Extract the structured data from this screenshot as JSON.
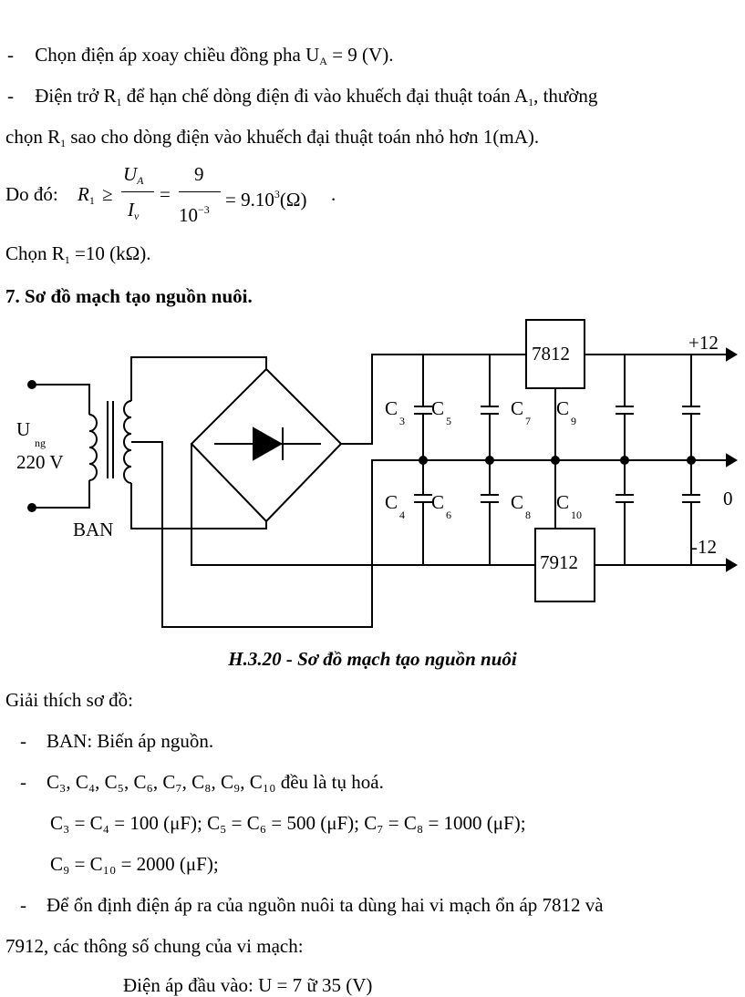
{
  "bullets": {
    "l1_dash": "-",
    "l1_pre": "Chọn điện áp xoay chiều đồng pha U",
    "l1_sub": "A",
    "l1_post": " = 9 (V).",
    "l2_dash": "-",
    "l2_pre": "Điện trở R",
    "l2_sub": "1",
    "l2_mid": " để hạn chế dòng điện đi vào khuếch đại thuật toán A",
    "l2_sub2": "1",
    "l2_post": ", thường",
    "l3_pre": "chọn R",
    "l3_sub": "1",
    "l3_post": " sao cho dòng điện vào khuếch đại thuật toán nhỏ hơn 1(mA)."
  },
  "formula": {
    "lead": "Do đó:",
    "lhs": "R",
    "lhs_sub": "1",
    "geq": "≥",
    "num1": "U",
    "num1_sub": "A",
    "den1": "I",
    "den1_sub": "v",
    "eq1": "=",
    "num2": "9",
    "den2": "10",
    "den2_exp": "−3",
    "result_pre": "= 9.10",
    "result_exp": "3",
    "result_post": "(Ω)",
    "dot": "."
  },
  "choose": {
    "pre": "Chọn R",
    "sub": "1",
    "post": " =10 (kΩ)."
  },
  "section_heading": "7.  Sơ đồ mạch tạo nguồn nuôi.",
  "diagram": {
    "reg_top": "7812",
    "reg_bottom": "7912",
    "out_pos": "+12",
    "out_zero": "0",
    "out_neg": "-12",
    "label_u": "U",
    "label_u_sub": "ng",
    "label_voltage": "220 V",
    "label_ban": "BAN",
    "caps_top": [
      "C",
      "C",
      "C",
      "C"
    ],
    "caps_top_sub": [
      "3",
      "5",
      "7",
      "9"
    ],
    "caps_bot": [
      "C",
      "C",
      "C",
      "C"
    ],
    "caps_bot_sub": [
      "4",
      "6",
      "8",
      "10"
    ]
  },
  "caption": "H.3.20 - Sơ đồ mạch tạo nguồn nuôi",
  "explain": {
    "heading": "Giải thích sơ đồ:",
    "b1_dash": "-",
    "b1": "BAN: Biến áp nguồn.",
    "b2_dash": "-",
    "b2": "C₃, C₄, C₅, C₆, C₇, C₈, C₉, C₁₀ đều là tụ hoá.",
    "v1": "C₃ = C₄ = 100 (μF); C₅ = C₆ = 500 (μF); C₇ = C₈ = 1000 (μF);",
    "v2": "C₉ = C₁₀ = 2000 (μF);",
    "b3_dash": "-",
    "b3": "Để ổn định điện áp ra của nguồn nuôi ta dùng hai vi mạch ổn áp 7812 và",
    "b3_cont": "7912, các thông số chung của vi mạch:",
    "last": "Điện áp đầu vào: U   = 7 ữ 35 (V)"
  }
}
